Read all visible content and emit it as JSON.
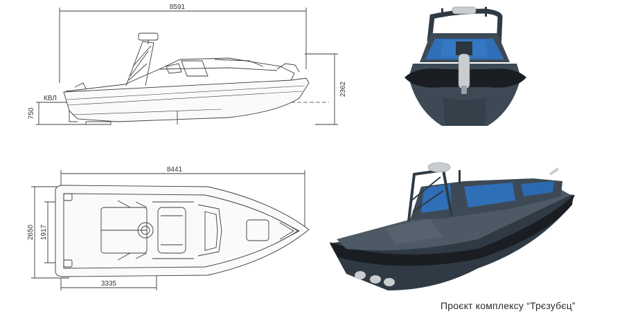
{
  "dimensions": {
    "overall_length": "8591",
    "hull_length": "8441",
    "height": "2362",
    "draft": "750",
    "waterline_label": "КВЛ",
    "beam": "2650",
    "inner_beam": "1917",
    "cockpit_length": "3335"
  },
  "caption": "Проєкт комплексу “Трєзубєц”",
  "colors": {
    "line": "#3a3a3a",
    "hull_dark": "#2f3a44",
    "hull_mid": "#3d4a55",
    "fender": "#1a1e22",
    "glass": "#2f6fb8"
  }
}
